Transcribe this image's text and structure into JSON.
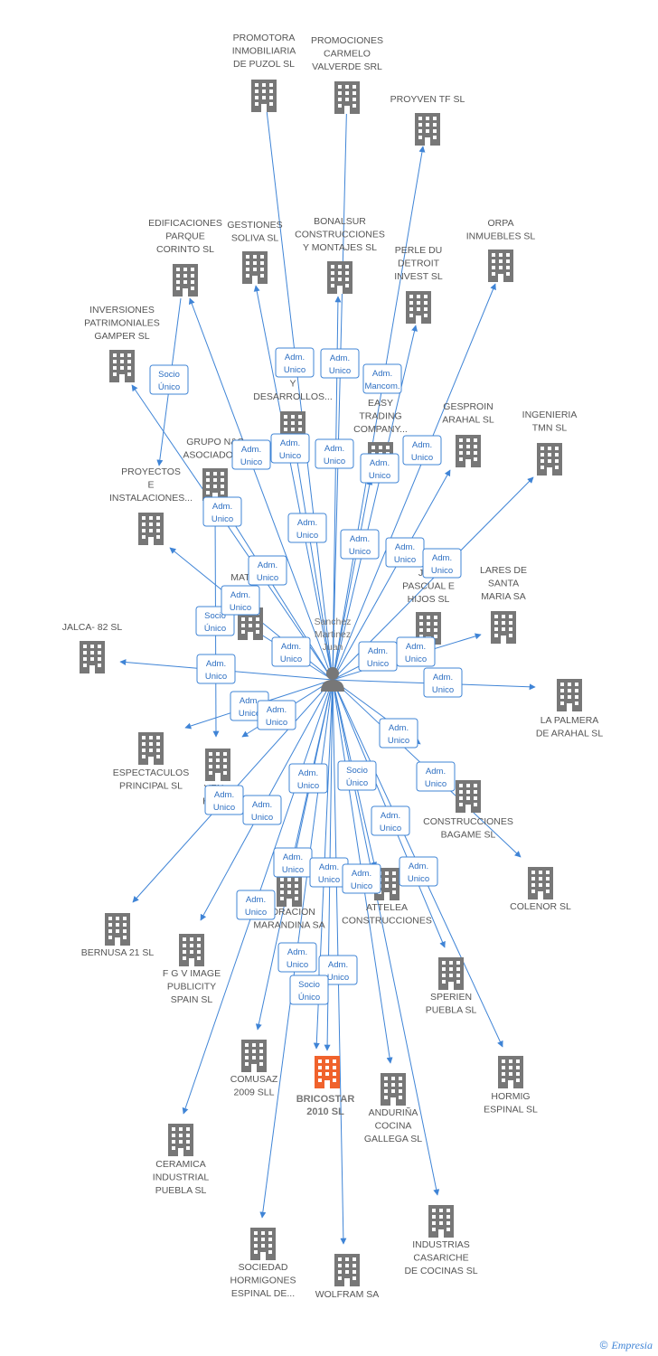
{
  "center": {
    "name": "Sanchez Martinez Juan"
  },
  "main": {
    "name": "BRICOSTAR 2010 SL"
  },
  "footer": {
    "copyright": "©",
    "brand": "Empresia"
  },
  "colors": {
    "edge": "#3f84d6",
    "building": "#777777",
    "main_building": "#f0622c"
  },
  "companies": [
    {
      "name": "PROMOTORA INMOBILIARIA DE PUZOL SL"
    },
    {
      "name": "PROMOCIONES CARMELO VALVERDE SRL"
    },
    {
      "name": "PROYVEN TF SL"
    },
    {
      "name": "EDIFICACIONES PARQUE CORINTO SL"
    },
    {
      "name": "GESTIONES SOLIVA SL"
    },
    {
      "name": "BONALSUR CONSTRUCCIONES Y MONTAJES SL"
    },
    {
      "name": "PERLE DU DETROIT INVEST SL"
    },
    {
      "name": "ORPA INMUEBLES SL"
    },
    {
      "name": "INVERSIONES PATRIMONIALES GAMPER SL"
    },
    {
      "name": "PRO... Y DESARROLLOS..."
    },
    {
      "name": "EASY TRADING COMPANY..."
    },
    {
      "name": "GESPROIN ARAHAL SL"
    },
    {
      "name": "INGENIERIA TMN SL"
    },
    {
      "name": "GRUPO N&C ASOCIADOS..."
    },
    {
      "name": "PROYECTOS E INSTALACIONES..."
    },
    {
      "name": "LARES DE SANTA MARIA SA"
    },
    {
      "name": "MATTE... ...SL"
    },
    {
      "name": "JO... PASCUAL E HIJOS SL"
    },
    {
      "name": "JALCA- 82 SL"
    },
    {
      "name": "LA PALMERA DE ARAHAL SL"
    },
    {
      "name": "ESPECTACULOS PRINCIPAL SL"
    },
    {
      "name": "VEN... HIDA..."
    },
    {
      "name": "CONSTRUCCIONES BAGAME SL"
    },
    {
      "name": "COLENOR SL"
    },
    {
      "name": "...ORACION MARANDINA SA"
    },
    {
      "name": "ATTELEA CONSTRUCCIONES"
    },
    {
      "name": "BERNUSA 21 SL"
    },
    {
      "name": "F G V IMAGE PUBLICITY SPAIN SL"
    },
    {
      "name": "SPERIEN PUEBLA SL"
    },
    {
      "name": "COMUSAZ 2009 SLL"
    },
    {
      "name": "ANDURIÑA COCINA GALLEGA SL"
    },
    {
      "name": "HORMIG ESPINAL SL"
    },
    {
      "name": "CERAMICA INDUSTRIAL PUEBLA SL"
    },
    {
      "name": "INDUSTRIAS CASARICHE DE COCINAS SL"
    },
    {
      "name": "SOCIEDAD HORMIGONES ESPINAL DE..."
    },
    {
      "name": "WOLFRAM SA"
    }
  ],
  "relations": [
    {
      "label": "Adm. Unico"
    },
    {
      "label": "Adm. Unico"
    },
    {
      "label": "Adm. Mancom."
    },
    {
      "label": "Socio Único"
    },
    {
      "label": "Adm. Unico"
    },
    {
      "label": "Adm. Unico"
    },
    {
      "label": "Adm. Unico"
    },
    {
      "label": "Adm. Unico"
    },
    {
      "label": "Adm. Unico"
    },
    {
      "label": "Adm. Unico"
    },
    {
      "label": "Adm. Unico"
    },
    {
      "label": "Adm. Unico"
    },
    {
      "label": "Adm. Unico"
    },
    {
      "label": "Adm. Unico"
    },
    {
      "label": "Adm. Unico"
    },
    {
      "label": "Socio Único"
    },
    {
      "label": "Adm. Unico"
    },
    {
      "label": "Adm. Unico"
    },
    {
      "label": "Adm. Unico"
    },
    {
      "label": "Adm. Unico"
    },
    {
      "label": "Adm. Unico"
    },
    {
      "label": "Adm. Unico"
    },
    {
      "label": "Adm. Unico"
    },
    {
      "label": "Adm. Unico"
    },
    {
      "label": "Adm. Unico"
    },
    {
      "label": "Adm. Unico"
    },
    {
      "label": "Adm. Unico"
    },
    {
      "label": "Socio Único"
    },
    {
      "label": "Adm. Unico"
    },
    {
      "label": "Adm. Unico"
    },
    {
      "label": "Adm. Unico"
    },
    {
      "label": "Adm. Unico"
    },
    {
      "label": "Adm. Unico"
    },
    {
      "label": "Adm. Unico"
    },
    {
      "label": "Adm. Unico"
    },
    {
      "label": "Adm. Unico"
    },
    {
      "label": "Adm. Unico"
    },
    {
      "label": "Adm. Unico"
    },
    {
      "label": "Socio Único"
    }
  ]
}
